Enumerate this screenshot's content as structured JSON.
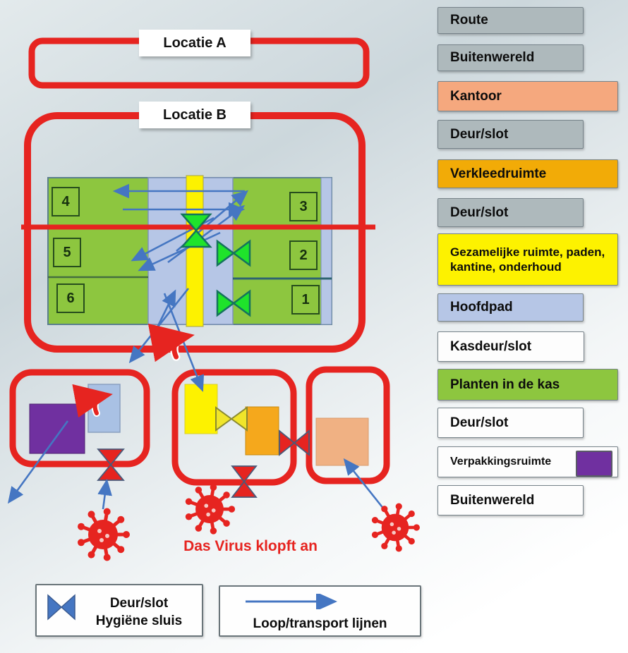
{
  "labels": {
    "locatie_a": "Locatie A",
    "locatie_b": "Locatie B",
    "virus_caption": "Das Virus klopft an"
  },
  "greenhouse": {
    "sections": [
      "4",
      "5",
      "6",
      "3",
      "2",
      "1"
    ]
  },
  "legend_right": {
    "items": [
      {
        "label": "Route",
        "color": "#aeb9bc"
      },
      {
        "label": "Buitenwereld",
        "color": "#aeb9bc"
      },
      {
        "label": "Kantoor",
        "color": "#f5a87e"
      },
      {
        "label": "Deur/slot",
        "color": "#aeb9bc"
      },
      {
        "label": "Verkleedruimte",
        "color": "#f2ab07"
      },
      {
        "label": "Deur/slot",
        "color": "#aeb9bc"
      },
      {
        "label": "Gezamelijke ruimte, paden, kantine, onderhoud",
        "color": "#fdf800"
      },
      {
        "label": "Hoofdpad",
        "color": "#b3c6e7"
      },
      {
        "label": "Kasdeur/slot",
        "color": "#fdfdfd"
      },
      {
        "label": "Planten in de kas",
        "color": "#8dc63f"
      },
      {
        "label": "Deur/slot",
        "color": "#fdfdfd"
      },
      {
        "label": "Verpakkingsruimte",
        "color": "#fdfdfd",
        "swatch": "#7030a0"
      },
      {
        "label": "Buitenwereld",
        "color": "#fdfdfd"
      }
    ]
  },
  "legend_bottom": {
    "door_lock_line1": "Deur/slot",
    "door_lock_line2": "Hygiëne sluis",
    "transport_label": "Loop/transport lijnen"
  },
  "colors": {
    "red": "#e62420",
    "arrow_blue": "#4576c2",
    "greenhouse_green": "#8dc63f",
    "path_blue": "#b6c6e6",
    "stripe_yellow": "#fdf200",
    "door_green": "#1fe32b",
    "purple": "#7030a0",
    "orange": "#f5a81c",
    "salmon_box": "#f0b183",
    "salmon_kantoor": "#f5a87e",
    "amber": "#f2ab07",
    "gray_box": "#aeb9bc"
  }
}
